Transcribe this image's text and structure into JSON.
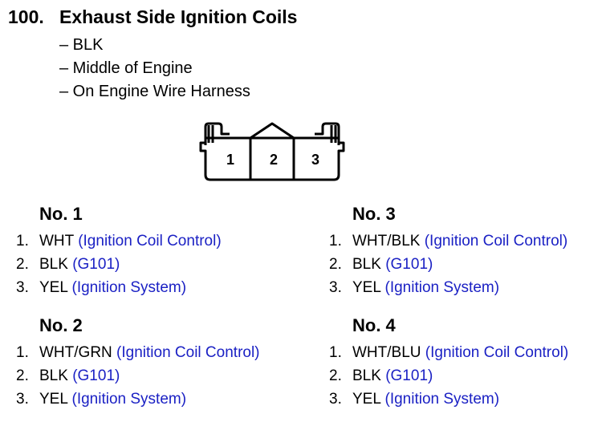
{
  "header": {
    "number": "100.",
    "title": "Exhaust Side Ignition Coils"
  },
  "notes": [
    "– BLK",
    "– Middle of Engine",
    "– On Engine Wire Harness"
  ],
  "connector": {
    "pins": [
      "1",
      "2",
      "3"
    ]
  },
  "sections": [
    {
      "title": "No. 1",
      "pins": [
        {
          "index": "1.",
          "wire": "WHT",
          "desc": "(Ignition Coil Control)"
        },
        {
          "index": "2.",
          "wire": "BLK",
          "desc": "(G101)"
        },
        {
          "index": "3.",
          "wire": "YEL",
          "desc": "(Ignition System)"
        }
      ]
    },
    {
      "title": "No. 3",
      "pins": [
        {
          "index": "1.",
          "wire": "WHT/BLK",
          "desc": "(Ignition Coil Control)"
        },
        {
          "index": "2.",
          "wire": "BLK",
          "desc": "(G101)"
        },
        {
          "index": "3.",
          "wire": "YEL",
          "desc": "(Ignition System)"
        }
      ]
    },
    {
      "title": "No. 2",
      "pins": [
        {
          "index": "1.",
          "wire": "WHT/GRN",
          "desc": "(Ignition Coil Control)"
        },
        {
          "index": "2.",
          "wire": "BLK",
          "desc": "(G101)"
        },
        {
          "index": "3.",
          "wire": "YEL",
          "desc": "(Ignition System)"
        }
      ]
    },
    {
      "title": "No. 4",
      "pins": [
        {
          "index": "1.",
          "wire": "WHT/BLU",
          "desc": "(Ignition Coil Control)"
        },
        {
          "index": "2.",
          "wire": "BLK",
          "desc": "(G101)"
        },
        {
          "index": "3.",
          "wire": "YEL",
          "desc": "(Ignition System)"
        }
      ]
    }
  ],
  "colors": {
    "text": "#000000",
    "description_link": "#1b21c4"
  }
}
